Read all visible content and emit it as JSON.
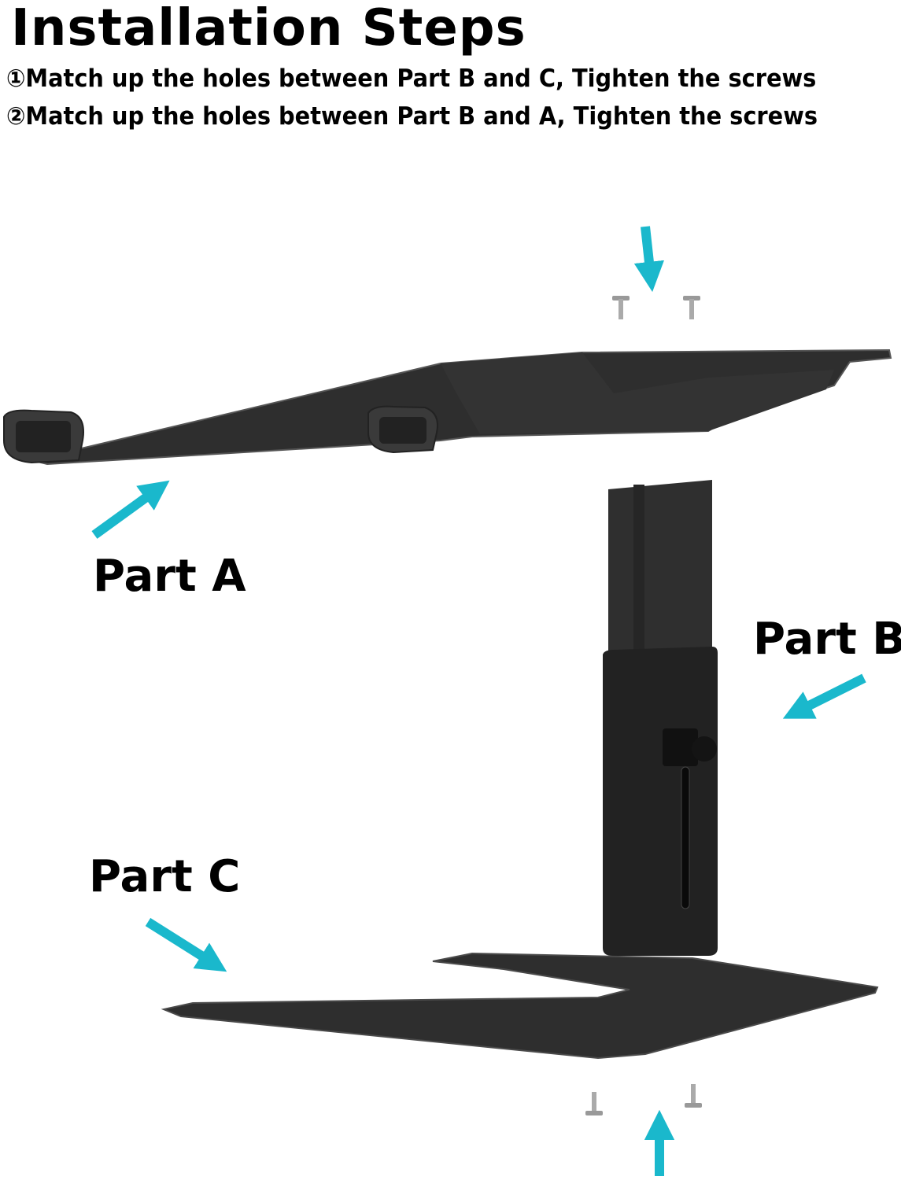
{
  "title": "Installation Steps",
  "steps": [
    {
      "marker": "①",
      "text": "Match up the holes between Part B and C, Tighten the screws"
    },
    {
      "marker": "②",
      "text": "Match up the holes between Part B and A, Tighten the screws"
    }
  ],
  "parts": {
    "a": "Part A",
    "b": "Part B",
    "c": "Part C"
  },
  "colors": {
    "arrow": "#1ab8cc",
    "metal": "#2b2b2b",
    "metal_edge": "#4a4a4a"
  }
}
